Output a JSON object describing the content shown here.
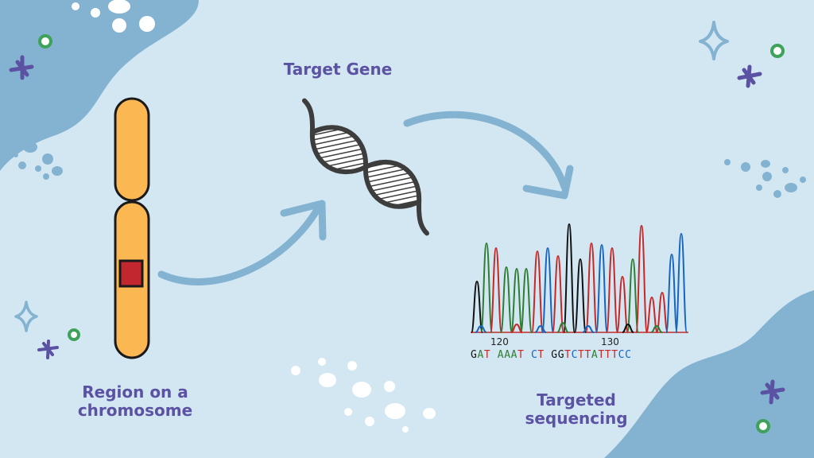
{
  "labels": {
    "target_gene": "Target Gene",
    "region_line1": "Region on a",
    "region_line2": "chromosome",
    "seq_line1": "Targeted",
    "seq_line2": "sequencing"
  },
  "chromatogram": {
    "ticks": [
      "120",
      "130"
    ],
    "bases": [
      {
        "b": "G",
        "c": "black"
      },
      {
        "b": "A",
        "c": "green"
      },
      {
        "b": "T",
        "c": "red"
      },
      {
        "b": " ",
        "c": "none"
      },
      {
        "b": "A",
        "c": "green"
      },
      {
        "b": "A",
        "c": "green"
      },
      {
        "b": "A",
        "c": "green"
      },
      {
        "b": "T",
        "c": "red"
      },
      {
        "b": " ",
        "c": "none"
      },
      {
        "b": "C",
        "c": "blue"
      },
      {
        "b": "T",
        "c": "red"
      },
      {
        "b": " ",
        "c": "none"
      },
      {
        "b": "G",
        "c": "black"
      },
      {
        "b": "G",
        "c": "black"
      },
      {
        "b": "T",
        "c": "red"
      },
      {
        "b": "C",
        "c": "blue"
      },
      {
        "b": "T",
        "c": "red"
      },
      {
        "b": "T",
        "c": "red"
      },
      {
        "b": "A",
        "c": "green"
      },
      {
        "b": "T",
        "c": "red"
      },
      {
        "b": "T",
        "c": "red"
      },
      {
        "b": "T",
        "c": "red"
      },
      {
        "b": "C",
        "c": "blue"
      },
      {
        "b": "C",
        "c": "blue"
      }
    ]
  },
  "colors": {
    "background": "#d3e7f3",
    "blob": "#84b3d2",
    "chromosome": "#fbb852",
    "band": "#c1272d",
    "arrow": "#84b3d2",
    "label_text": "#5b52a3",
    "base_A": "#2e7d32",
    "base_T": "#c62828",
    "base_C": "#1565c0",
    "base_G": "#111111"
  }
}
